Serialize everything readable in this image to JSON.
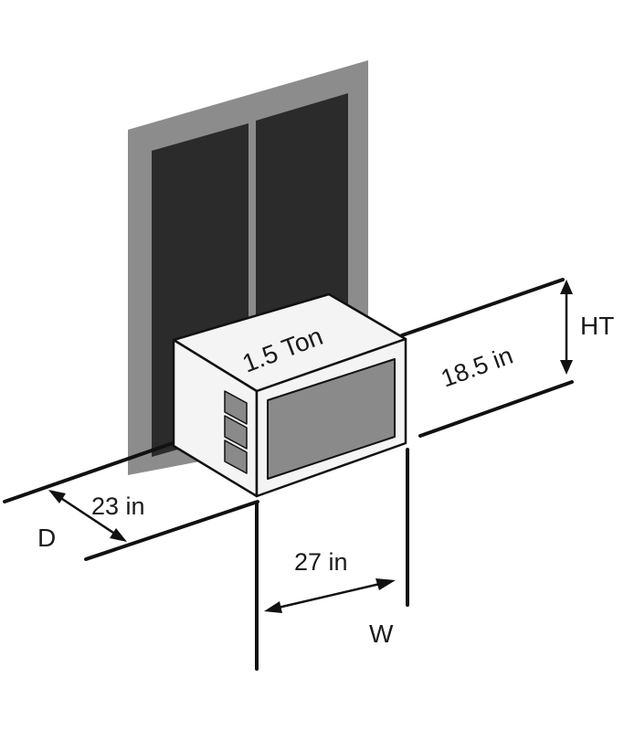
{
  "unit": {
    "top_label": "1.5 Ton"
  },
  "dimensions": {
    "height": {
      "letter": "HT",
      "value": "18.5 in"
    },
    "width": {
      "letter": "W",
      "value": "27 in"
    },
    "depth": {
      "letter": "D",
      "value": "23 in"
    }
  },
  "colors": {
    "door_frame": "#8c8c8c",
    "door_panel": "#2b2b2b",
    "unit_body": "#f4f4f4",
    "front_panel": "#8a8a8a",
    "vent": "#8a8a8a",
    "line": "#111111"
  }
}
